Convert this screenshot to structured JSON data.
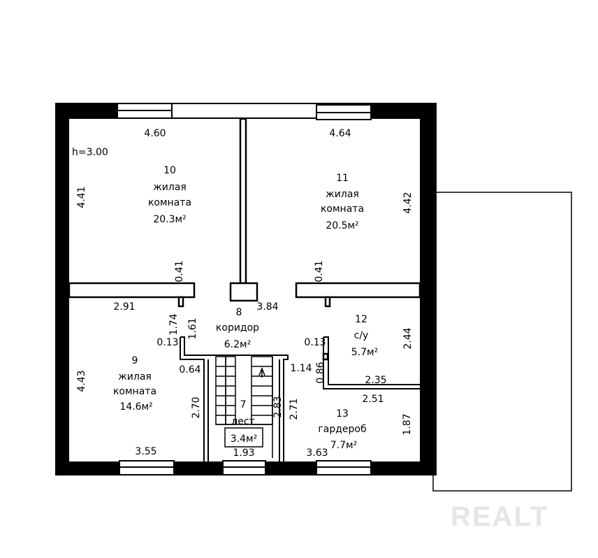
{
  "plan": {
    "ceiling_height": "h=3.00",
    "rooms": [
      {
        "number": "10",
        "name_line1": "жилая",
        "name_line2": "комната",
        "area": "20.3м²"
      },
      {
        "number": "11",
        "name_line1": "жилая",
        "name_line2": "комната",
        "area": "20.5м²"
      },
      {
        "number": "8",
        "name_line1": "коридор",
        "area": "6.2м²"
      },
      {
        "number": "12",
        "name_line1": "с/у",
        "area": "5.7м²"
      },
      {
        "number": "9",
        "name_line1": "жилая",
        "name_line2": "комната",
        "area": "14.6м²"
      },
      {
        "number": "7",
        "name_line1": "лест",
        "area": "3.4м²"
      },
      {
        "number": "13",
        "name_line1": "гардероб",
        "area": "7.7м²"
      }
    ],
    "dimensions": {
      "d_460": "4.60",
      "d_464": "4.64",
      "d_441": "4.41",
      "d_442": "4.42",
      "d_041a": "0.41",
      "d_041b": "0.41",
      "d_291": "2.91",
      "d_384": "3.84",
      "d_174": "1.74",
      "d_161": "1.61",
      "d_013a": "0.13",
      "d_013b": "0.13",
      "d_064": "0.64",
      "d_114": "1.14",
      "d_086": "0.86",
      "d_244": "2.44",
      "d_235": "2.35",
      "d_251": "2.51",
      "d_443": "4.43",
      "d_270": "2.70",
      "d_283": "2.83",
      "d_271": "2.71",
      "d_187": "1.87",
      "d_355": "3.55",
      "d_193": "1.93",
      "d_363": "3.63"
    },
    "watermark": "REALT"
  }
}
